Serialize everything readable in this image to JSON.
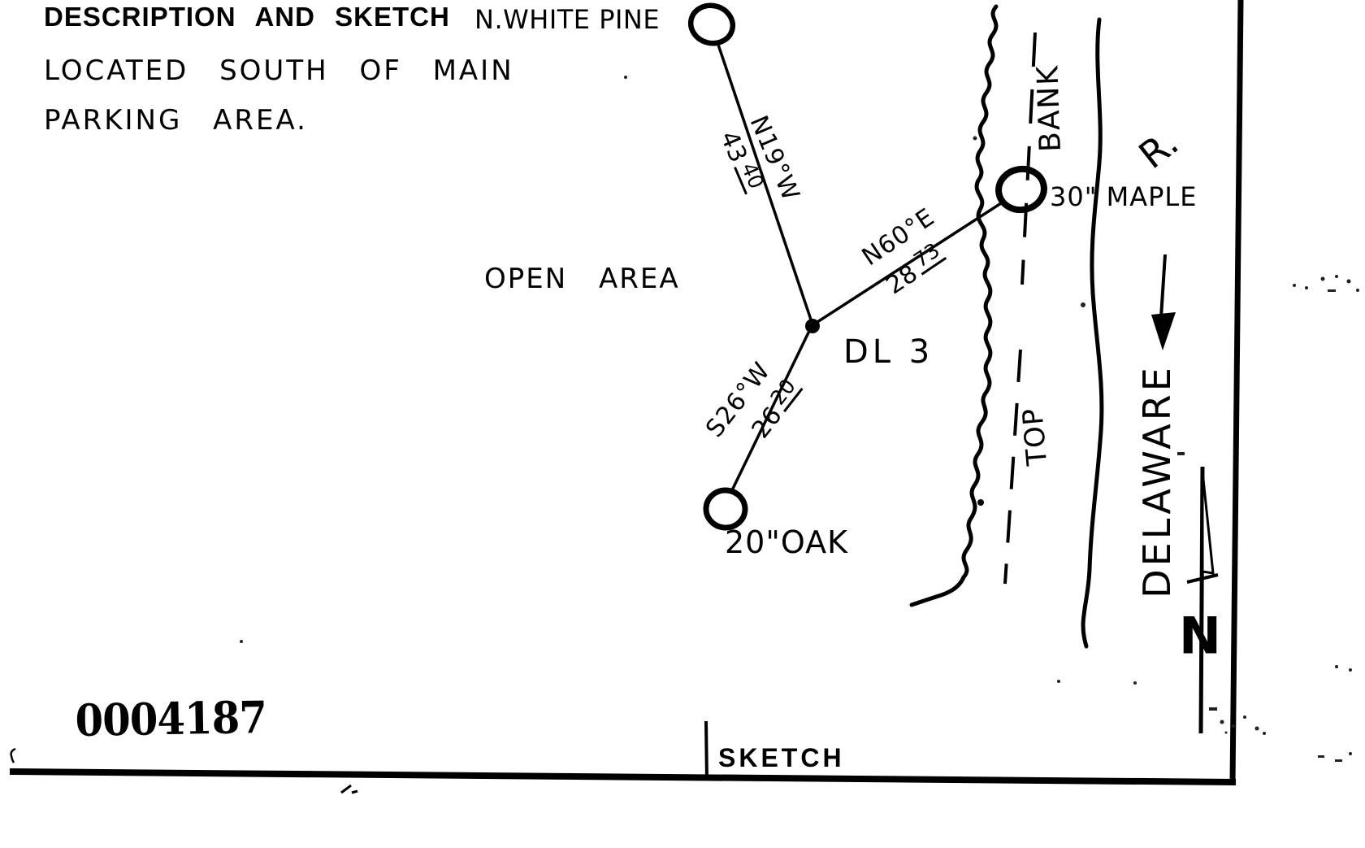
{
  "colors": {
    "ink": "#000000",
    "paper": "#ffffff"
  },
  "header": {
    "title": "DESCRIPTION AND SKETCH",
    "location_line1": "LOCATED SOUTH OF MAIN",
    "location_line2": "PARKING AREA."
  },
  "sketch": {
    "open_area_label": "OPEN AREA",
    "station_label": "DL 3",
    "trees": {
      "pine": {
        "label": "N.WHITE PINE"
      },
      "maple": {
        "label": "30\" MAPLE"
      },
      "oak": {
        "label": "20\"OAK"
      }
    },
    "ties": {
      "pine": {
        "bearing": "N19°W",
        "distance_whole": "43",
        "distance_frac": "40"
      },
      "maple": {
        "bearing": "N60°E",
        "distance_whole": "28",
        "distance_frac": "73"
      },
      "oak": {
        "bearing": "S26°W",
        "distance_whole": "26",
        "distance_frac": "20"
      }
    },
    "river": {
      "name": "DELAWARE",
      "abbrev": "R.",
      "bank_label": "BANK",
      "top_label": "TOP"
    },
    "north_arrow_label": "N"
  },
  "footer": {
    "stamp_number": "0004187",
    "section_label": "SKETCH"
  }
}
